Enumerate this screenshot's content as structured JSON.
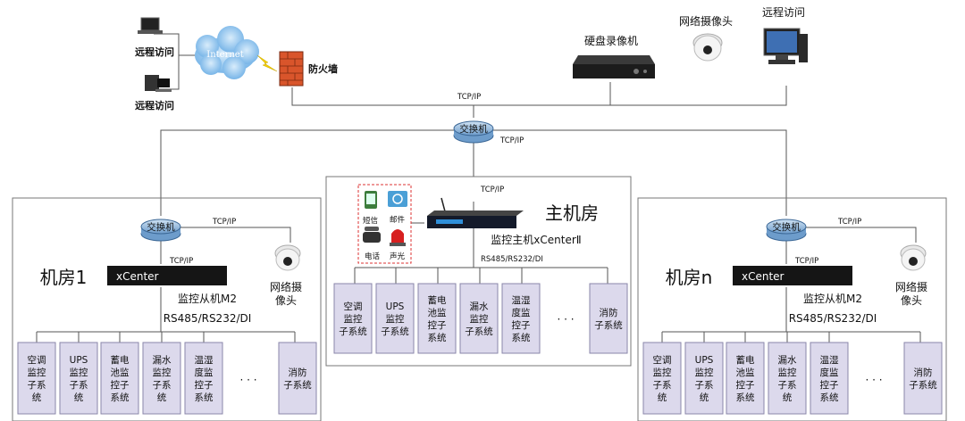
{
  "internet": {
    "cloud_label": "Internet",
    "remote_access_1": "远程访问",
    "remote_access_2": "远程访问",
    "firewall": "防火墙"
  },
  "top": {
    "nvr": "硬盘录像机",
    "camera": "网络摄像头",
    "remote_access": "远程访问",
    "tcpip_1": "TCP/IP",
    "tcpip_2": "TCP/IP",
    "switch": "交换机"
  },
  "main_room": {
    "title": "主机房",
    "host": "监控主机xCenterⅡ",
    "tcpip": "TCP/IP",
    "bus": "RS485/RS232/DI",
    "alarms": {
      "sms": "短信",
      "email": "邮件",
      "phone": "电话",
      "sound_light": "声光"
    },
    "subsystems": [
      "空调\n监控\n子系统",
      "UPS\n监控\n子系统",
      "蓄电\n池监\n控子\n系统",
      "漏水\n监控\n子系统",
      "温湿\n度监\n控子\n系统",
      "消防\n子系统"
    ],
    "ellipsis": "· · ·"
  },
  "room1": {
    "title": "机房1",
    "switch": "交换机",
    "tcpip_1": "TCP/IP",
    "tcpip_2": "TCP/IP",
    "device": "xCenter",
    "slave": "监控从机M2",
    "bus": "RS485/RS232/DI",
    "camera": "网络摄\n像头",
    "subsystems": [
      "空调\n监控\n子系\n统",
      "UPS\n监控\n子系\n统",
      "蓄电\n池监\n控子\n系统",
      "漏水\n监控\n子系\n统",
      "温湿\n度监\n控子\n系统",
      "消防\n子系统"
    ],
    "ellipsis": "· · ·"
  },
  "roomn": {
    "title": "机房n",
    "switch": "交换机",
    "tcpip_1": "TCP/IP",
    "tcpip_2": "TCP/IP",
    "device": "xCenter",
    "slave": "监控从机M2",
    "bus": "RS485/RS232/DI",
    "camera": "网络摄\n像头",
    "subsystems": [
      "空调\n监控\n子系\n统",
      "UPS\n监控\n子系\n统",
      "蓄电\n池监\n控子\n系统",
      "漏水\n监控\n子系\n统",
      "温湿\n度监\n控子\n系统",
      "消防\n子系统"
    ],
    "ellipsis": "· · ·"
  },
  "colors": {
    "subsystem_fill": "#dcd9ec",
    "subsystem_stroke": "#8a86aa",
    "switch_fill": "#8fb6d9",
    "line": "#555555"
  }
}
